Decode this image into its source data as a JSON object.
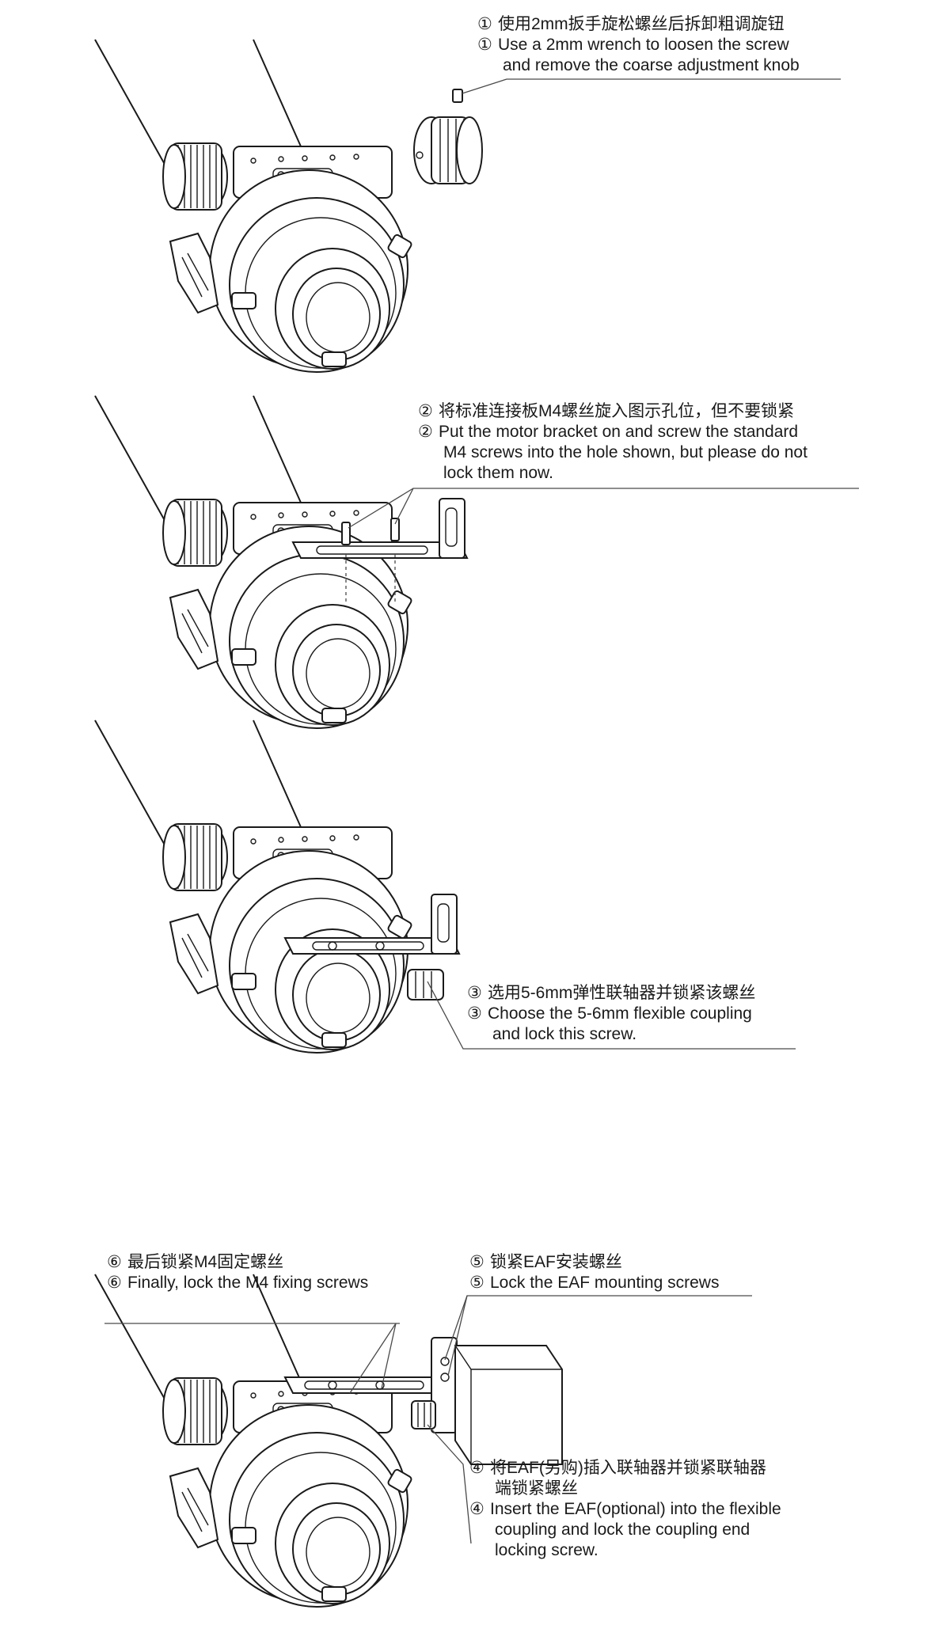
{
  "steps": [
    {
      "num": "①",
      "zh": "使用2mm扳手旋松螺丝后拆卸粗调旋钮",
      "en_lines": [
        "Use a 2mm wrench to loosen the screw",
        "and remove the coarse adjustment knob"
      ]
    },
    {
      "num": "②",
      "zh": "将标准连接板M4螺丝旋入图示孔位，但不要锁紧",
      "en_lines": [
        "Put the motor bracket on and screw the standard",
        "M4 screws into the hole shown, but please do not",
        "lock them now."
      ]
    },
    {
      "num": "③",
      "zh": "选用5-6mm弹性联轴器并锁紧该螺丝",
      "en_lines": [
        "Choose the 5-6mm flexible coupling",
        "and lock this screw."
      ]
    },
    {
      "num": "④",
      "zh_lines": [
        "将EAF(另购)插入联轴器并锁紧联轴器",
        "端锁紧螺丝"
      ],
      "en_lines": [
        "Insert the EAF(optional) into the flexible",
        "coupling and lock the coupling end",
        "locking screw."
      ]
    },
    {
      "num": "⑤",
      "zh": "锁紧EAF安装螺丝",
      "en_lines": [
        "Lock the EAF mounting screws"
      ]
    },
    {
      "num": "⑥",
      "zh": "最后锁紧M4固定螺丝",
      "en_lines": [
        "Finally, lock the M4 fixing screws"
      ]
    }
  ],
  "colors": {
    "ink": "#1a1a1a",
    "leader": "#4a4a4a",
    "background": "#ffffff"
  }
}
